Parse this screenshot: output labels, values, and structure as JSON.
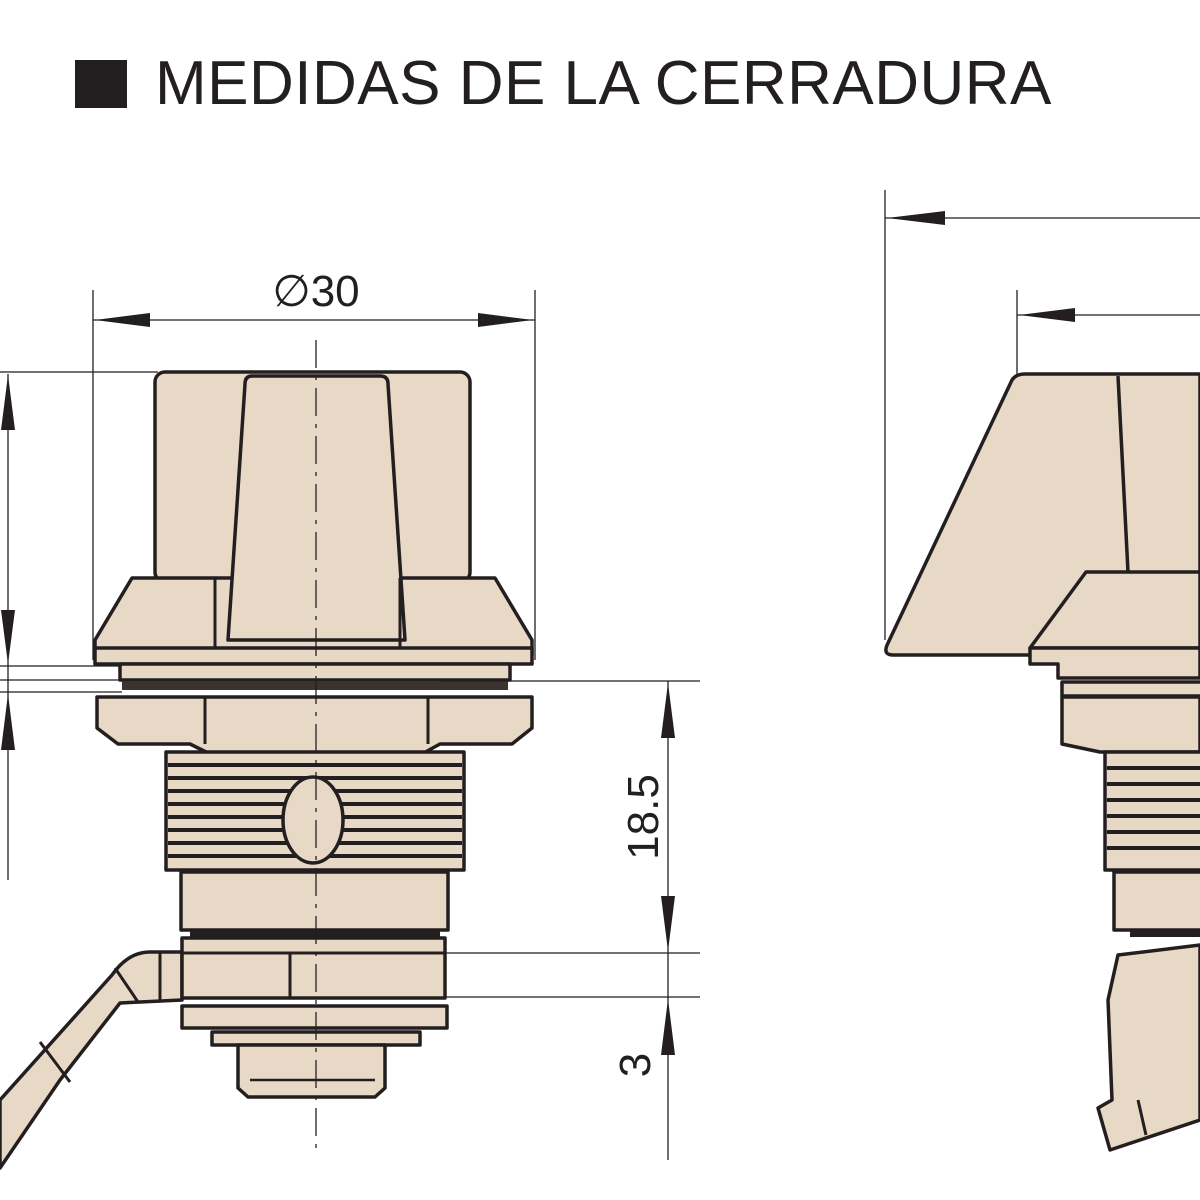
{
  "title": "MEDIDAS DE LA CERRADURA",
  "title_icon": "black-square-bullet",
  "dimensions": {
    "diameter": "∅30",
    "body_height": "18.5",
    "cam_thickness": "3"
  },
  "colors": {
    "part_fill": "#e8d8c6",
    "line": "#231f20"
  }
}
